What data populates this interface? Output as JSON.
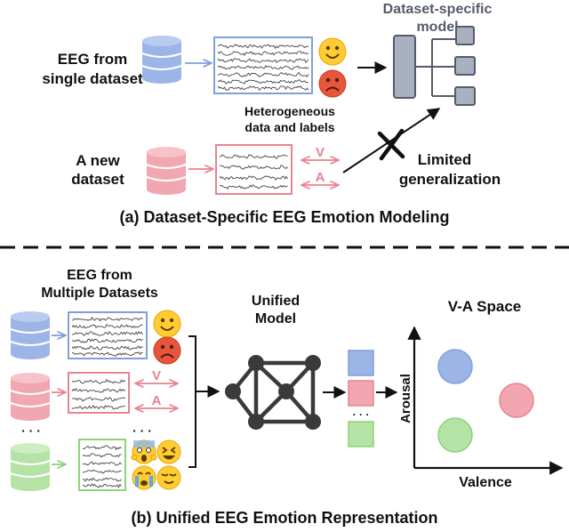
{
  "top": {
    "eeg_single_line1": "EEG from",
    "eeg_single_line2": "single dataset",
    "new_dataset_line1": "A  new",
    "new_dataset_line2": "dataset",
    "heterogeneous_line1": "Heterogeneous",
    "heterogeneous_line2": "data and labels",
    "model_line1": "Dataset-specific",
    "model_line2": "model",
    "limited_line1": "Limited",
    "limited_line2": "generalization",
    "v_label": "V",
    "a_label": "A",
    "caption": "(a)  Dataset-Specific EEG Emotion Modeling"
  },
  "bottom": {
    "eeg_multi_line1": "EEG from",
    "eeg_multi_line2": "Multiple Datasets",
    "unified_line1": "Unified",
    "unified_line2": "Model",
    "va_space": "V-A Space",
    "arousal": "Arousal",
    "valence": "Valence",
    "v_label": "V",
    "a_label": "A",
    "ellipsis_left": "· · ·",
    "ellipsis_emoji": "· · ·",
    "ellipsis_squares": "· · ·",
    "caption": "(b)  Unified EEG Emotion Representation"
  },
  "colors": {
    "blue": "#7f9fdc",
    "blue_fill": "#9db5e6",
    "pink": "#e8838f",
    "pink_fill": "#f2a7b0",
    "green": "#8fd27a",
    "green_fill": "#b5e2a5",
    "model_gray": "#a9b0c0",
    "model_dark": "#555b6b",
    "node_dark": "#3a3a3a"
  },
  "icons": [
    "database-icon",
    "happy-face-icon",
    "sad-face-icon",
    "screaming-face-icon",
    "laughing-face-icon",
    "crying-face-icon",
    "relieved-face-icon",
    "tree-model-icon",
    "graph-network-icon",
    "cross-icon"
  ]
}
